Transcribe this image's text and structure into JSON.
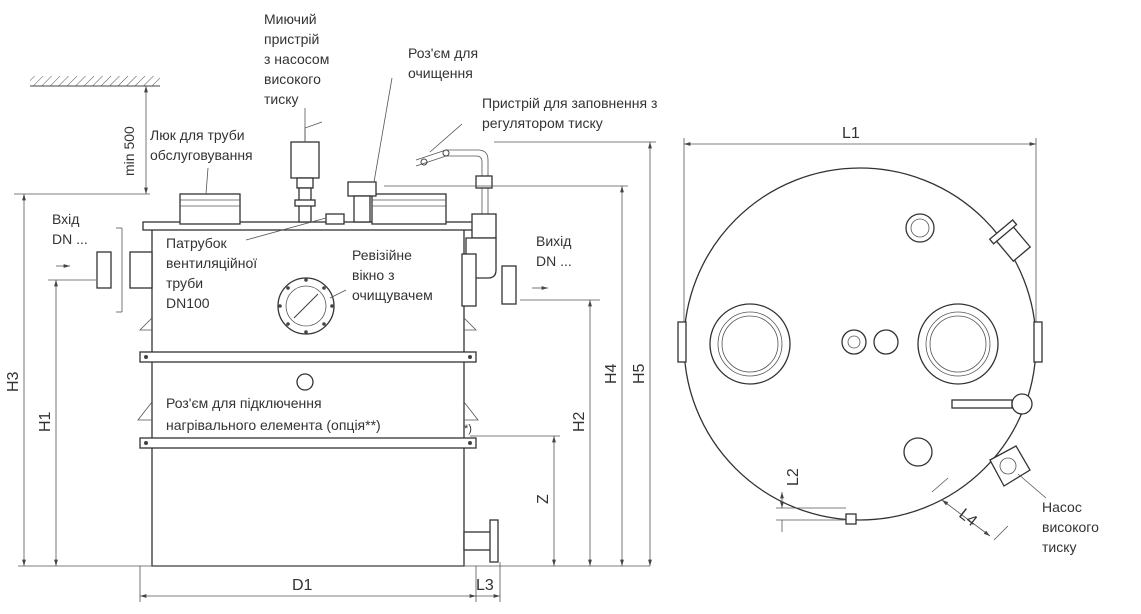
{
  "labels": {
    "wash_device": [
      "Миючий",
      "пристрій",
      "з насосом",
      "високого",
      "тиску"
    ],
    "cleaning_connection": [
      "Роз'єм для",
      "очищення"
    ],
    "fill_device": [
      "Пристрій для заповнення з",
      "регулятором тиску"
    ],
    "service_hatch": [
      "Люк для труби",
      "обслуговування"
    ],
    "min_500": "min 500",
    "inlet": [
      "Вхід",
      "DN ..."
    ],
    "vent_nozzle": [
      "Патрубок",
      "вентиляційної",
      "труби",
      "DN100"
    ],
    "inspection_window": [
      "Ревізійне",
      "вікно з",
      "очищувачем"
    ],
    "outlet": [
      "Вихід",
      "DN ..."
    ],
    "heater_connection": [
      "Роз'єм для підключення",
      "нагрівального елемента (опція**)"
    ],
    "asterisk": "*)",
    "hp_pump": [
      "Насос",
      "високого",
      "тиску"
    ]
  },
  "dimensions": {
    "D1": "D1",
    "L3": "L3",
    "H1": "H1",
    "H2": "H2",
    "H3": "H3",
    "H4": "H4",
    "H5": "H5",
    "Z": "Z",
    "L1": "L1",
    "L2": "L2",
    "L4": "L4"
  },
  "colors": {
    "line": "#444444",
    "text": "#333333",
    "background": "#ffffff"
  }
}
